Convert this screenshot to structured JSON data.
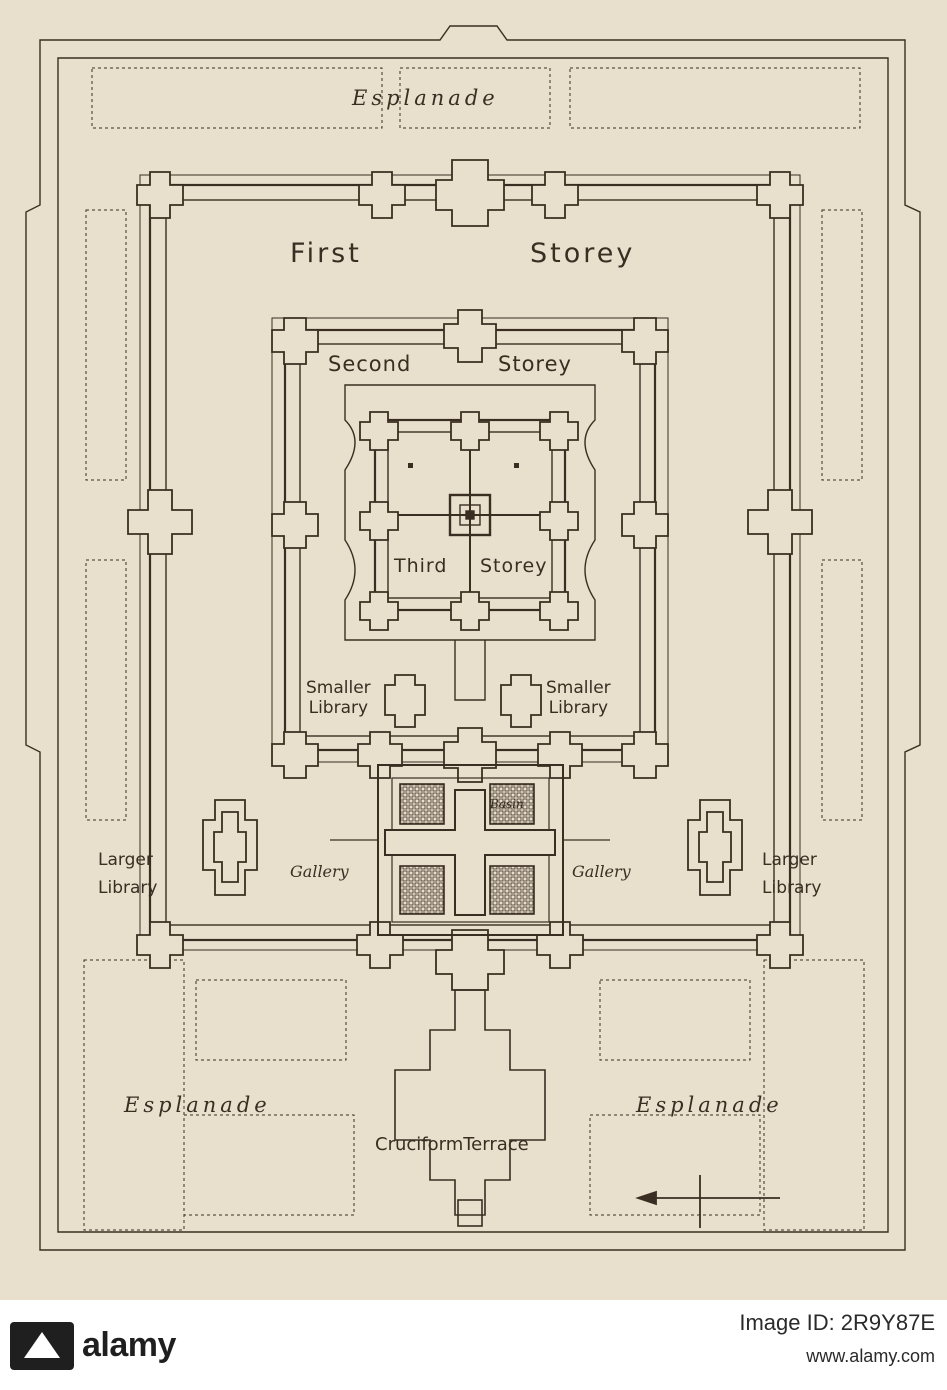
{
  "labels": {
    "esplanade_top": "Esplanade",
    "first_storey": "First",
    "first_storey_2": "Storey",
    "second_storey": "Second",
    "second_storey_2": "Storey",
    "third_storey": "Third",
    "third_storey_2": "Storey",
    "smaller_library_left_1": "Smaller",
    "smaller_library_left_2": "Library",
    "smaller_library_right_1": "Smaller",
    "smaller_library_right_2": "Library",
    "basin": "Basin",
    "larger_library_left_1": "Larger",
    "larger_library_left_2": "Library",
    "larger_library_right_1": "Larger",
    "larger_library_right_2": "Library",
    "gallery_left": "Gallery",
    "gallery_right": "Gallery",
    "esplanade_bottom_left": "Esplanade",
    "esplanade_bottom_right": "Esplanade",
    "cruciform_terrace": "CruciformTerrace"
  },
  "watermark": {
    "brand": "alamy",
    "image_id": "Image ID: 2R9Y87E",
    "url": "www.alamy.com"
  },
  "colors": {
    "paper": "#e9dfcd",
    "ink": "#3a2e22",
    "footer_bg": "#ffffff"
  },
  "icons": {
    "compass": "arrow-left-icon"
  }
}
